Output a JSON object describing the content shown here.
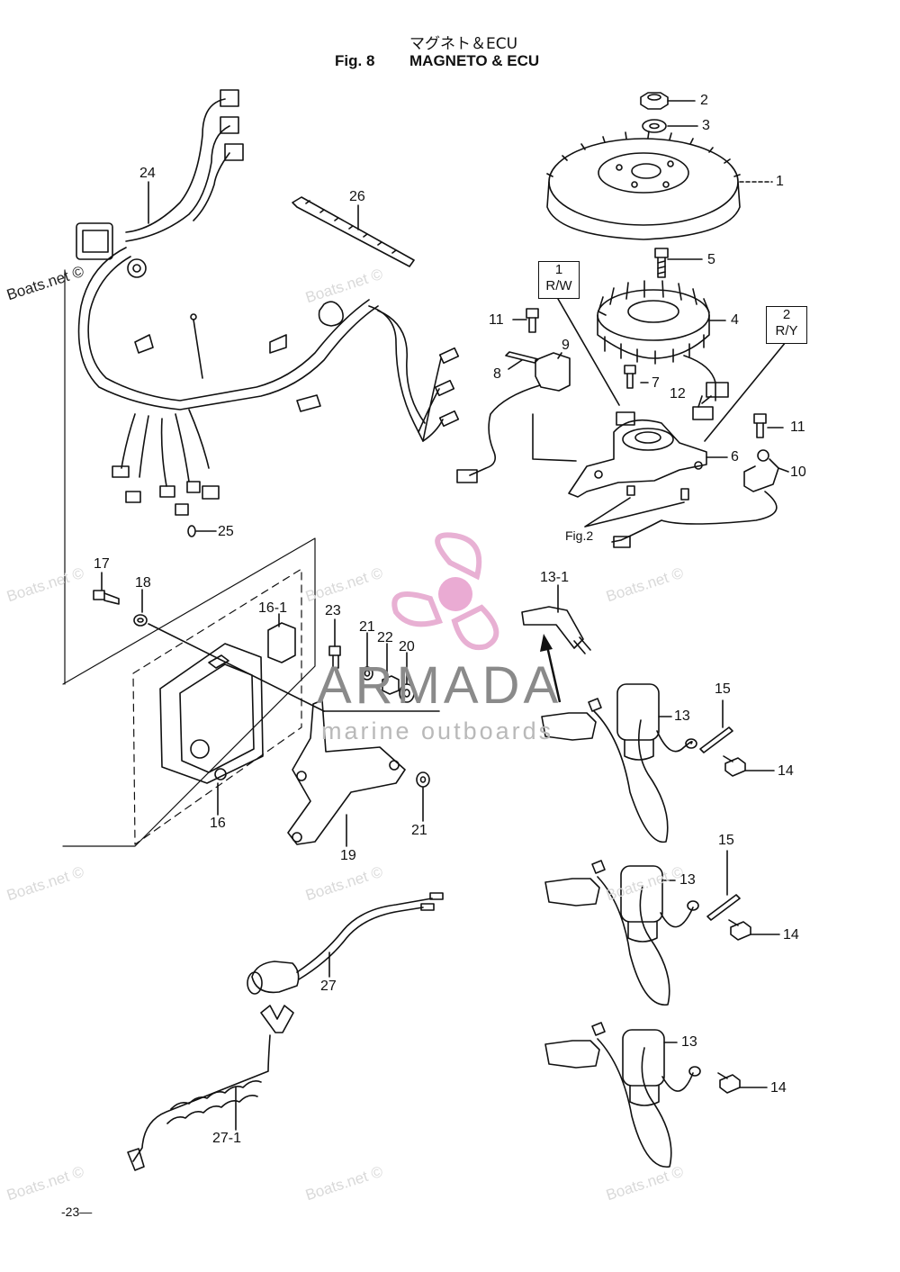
{
  "title": {
    "jp": "マグネト＆ECU",
    "fig": "Fig. 8",
    "name": "MAGNETO & ECU"
  },
  "tags": [
    {
      "id": "tag-1",
      "num": "1",
      "code": "R/W"
    },
    {
      "id": "tag-2",
      "num": "2",
      "code": "R/Y"
    }
  ],
  "callouts": {
    "c1": "1",
    "c2": "2",
    "c3": "3",
    "c4": "4",
    "c5": "5",
    "c6": "6",
    "c7": "7",
    "c8": "8",
    "c9": "9",
    "c10": "10",
    "c11a": "11",
    "c11b": "11",
    "c12": "12",
    "c13a": "13",
    "c13b": "13",
    "c13c": "13",
    "c13_1": "13-1",
    "c14a": "14",
    "c14b": "14",
    "c14c": "14",
    "c15a": "15",
    "c15b": "15",
    "c16": "16",
    "c16_1": "16-1",
    "c17": "17",
    "c18": "18",
    "c19": "19",
    "c20": "20",
    "c21a": "21",
    "c21b": "21",
    "c22": "22",
    "c23": "23",
    "c24": "24",
    "c25": "25",
    "c26": "26",
    "c27": "27",
    "c27_1": "27-1",
    "fig2": "Fig.2"
  },
  "watermark": {
    "site": "Boats.net ©",
    "brand": "ARMADA",
    "brand_sub": "marine outboards",
    "accent_color": "#e6a8cf",
    "hub_color": "#e8a3cf"
  },
  "page_number": "-23—"
}
